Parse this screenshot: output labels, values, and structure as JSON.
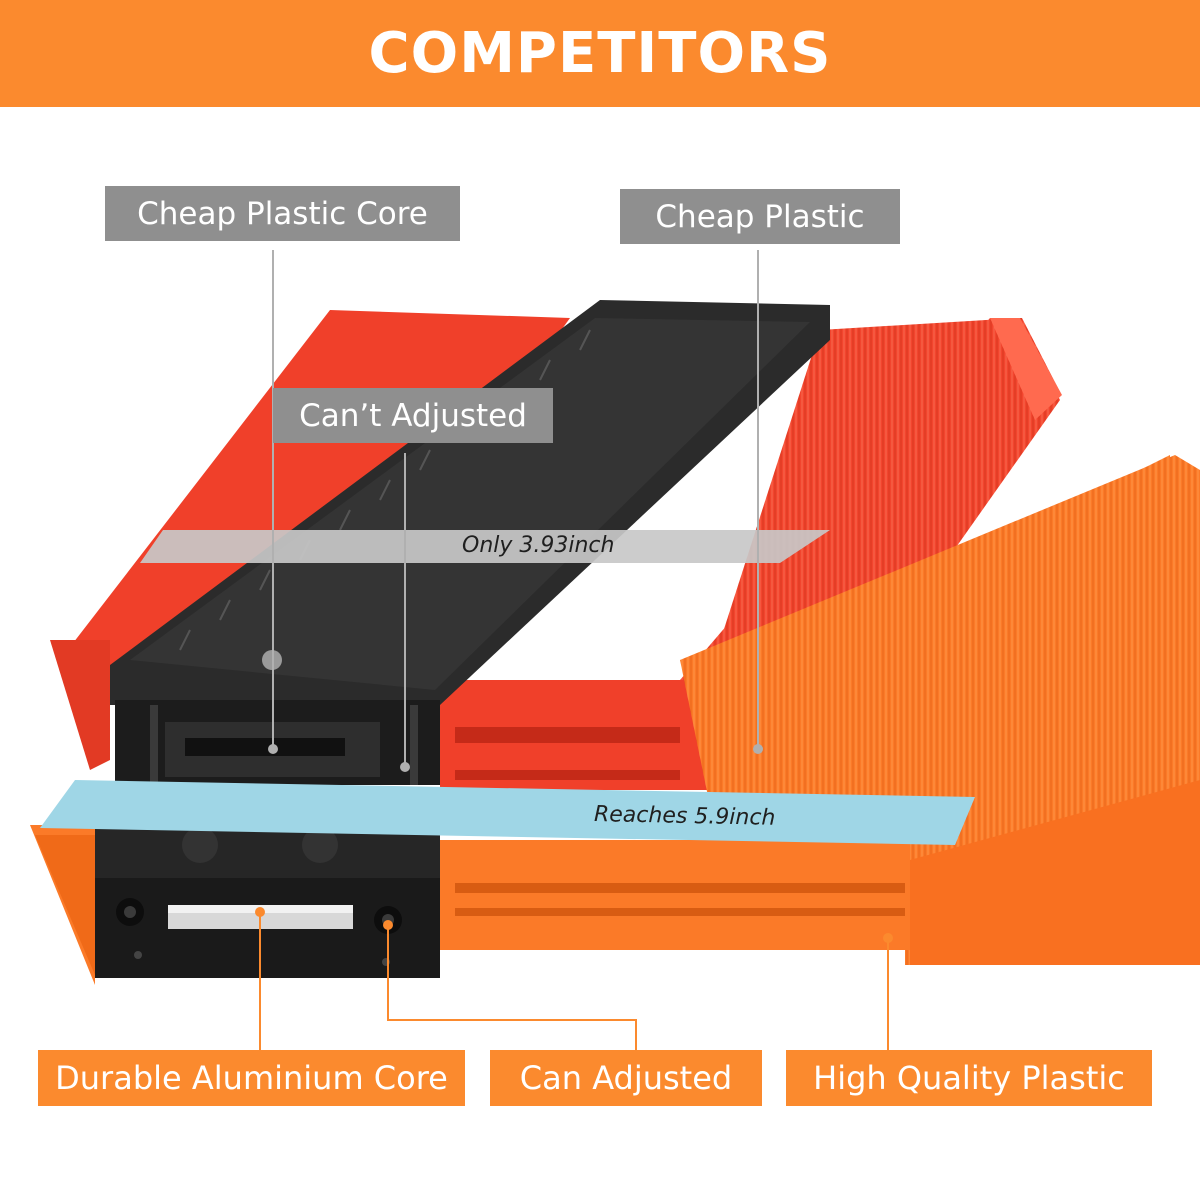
{
  "header": {
    "title": "COMPETITORS"
  },
  "competitor_labels": {
    "plastic_core": "Cheap Plastic Core",
    "plastic": "Cheap Plastic",
    "cant_adjust": "Can’t Adjusted"
  },
  "measurements": {
    "competitor_width": "Only 3.93inch",
    "product_width": "Reaches 5.9inch"
  },
  "product_labels": {
    "aluminium_core": "Durable Aluminium Core",
    "can_adjust": "Can Adjusted",
    "quality_plastic": "High Quality Plastic"
  },
  "colors": {
    "banner": "#fb8a2e",
    "gray_label": "#8f8f8f",
    "red_plastic": "#f2412b",
    "orange_plastic": "#fb7a28",
    "blue_strip": "#9fd6e6",
    "gray_strip": "#c8c8c8"
  }
}
